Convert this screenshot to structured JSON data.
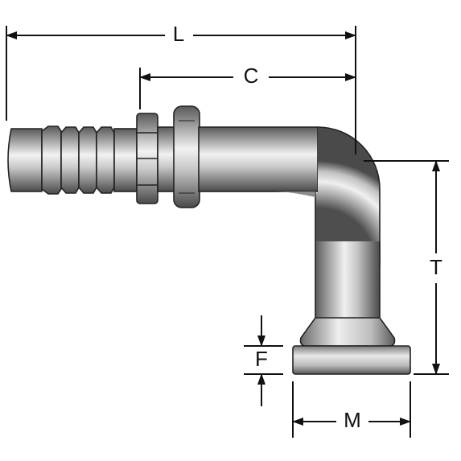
{
  "diagram": {
    "dimensions": {
      "L": "L",
      "C": "C",
      "T": "T",
      "F": "F",
      "M": "M"
    }
  }
}
